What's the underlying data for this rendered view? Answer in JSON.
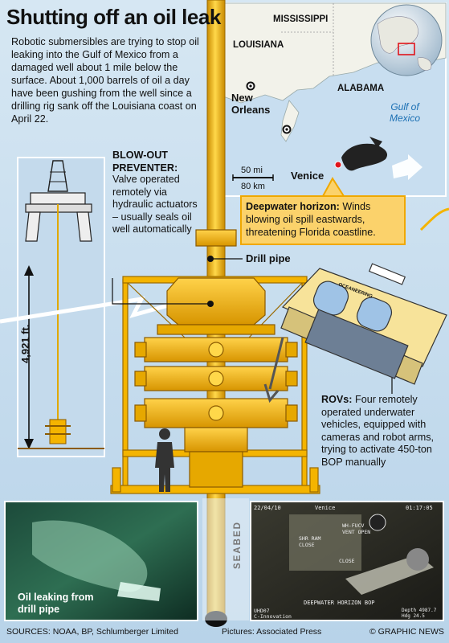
{
  "title": "Shutting off an oil leak",
  "intro": "Robotic submersibles are trying to stop oil leaking into the Gulf of Mexico from a damaged well about 1 mile below the surface. About 1,000 barrels of oil a day have been gushing from the well since a drilling rig sank off the Louisiana coast on April 22.",
  "map": {
    "mississippi": "MISSISSIPPI",
    "louisiana": "LOUISIANA",
    "alabama": "ALABAMA",
    "new_orleans": "New Orleans",
    "venice": "Venice",
    "gulf": "Gulf of Mexico",
    "scale_mi": "50 mi",
    "scale_km": "80 km"
  },
  "blowout": {
    "heading": "BLOW-OUT PREVENTER:",
    "body": "Valve operated remotely via hydraulic actuators – usually seals oil well automatically"
  },
  "drill_pipe": "Drill pipe",
  "deepwater": {
    "heading": "Deepwater horizon:",
    "body": "Winds blowing oil spill eastwards, threatening Florida coastline."
  },
  "depth": "4,921 ft.",
  "rov": {
    "heading": "ROVs:",
    "body": "Four remotely operated underwater vehicles, equipped with cameras and robot arms, trying to activate 450-ton BOP manually",
    "brand": "OCEANEERING"
  },
  "seabed": "SEABED",
  "photo_left_caption": "Oil leaking from drill pipe",
  "photo_right": {
    "date": "22/04/10",
    "time": "01:17:05",
    "top_tag": "Venice",
    "bottom_tag": "UHD07",
    "company": "C-Innovation",
    "label": "DEEPWATER HORIZON BOP",
    "depth": "Depth 4987.7",
    "hdg": "Hdg 24.5",
    "panel_a": "SHR RAM CLOSE",
    "panel_b": "WH-FUCV VENT OPEN",
    "panel_c": "CLOSE"
  },
  "sources": "SOURCES: NOAA, BP, Schlumberger Limited",
  "pictures": "Pictures: Associated Press",
  "credit": "© GRAPHIC NEWS",
  "colors": {
    "background": "#d6e7f3",
    "pipe": "#f4b400",
    "callout_fill": "#fbd26b",
    "callout_border": "#f0a800",
    "sea": "#b9d6ec"
  }
}
